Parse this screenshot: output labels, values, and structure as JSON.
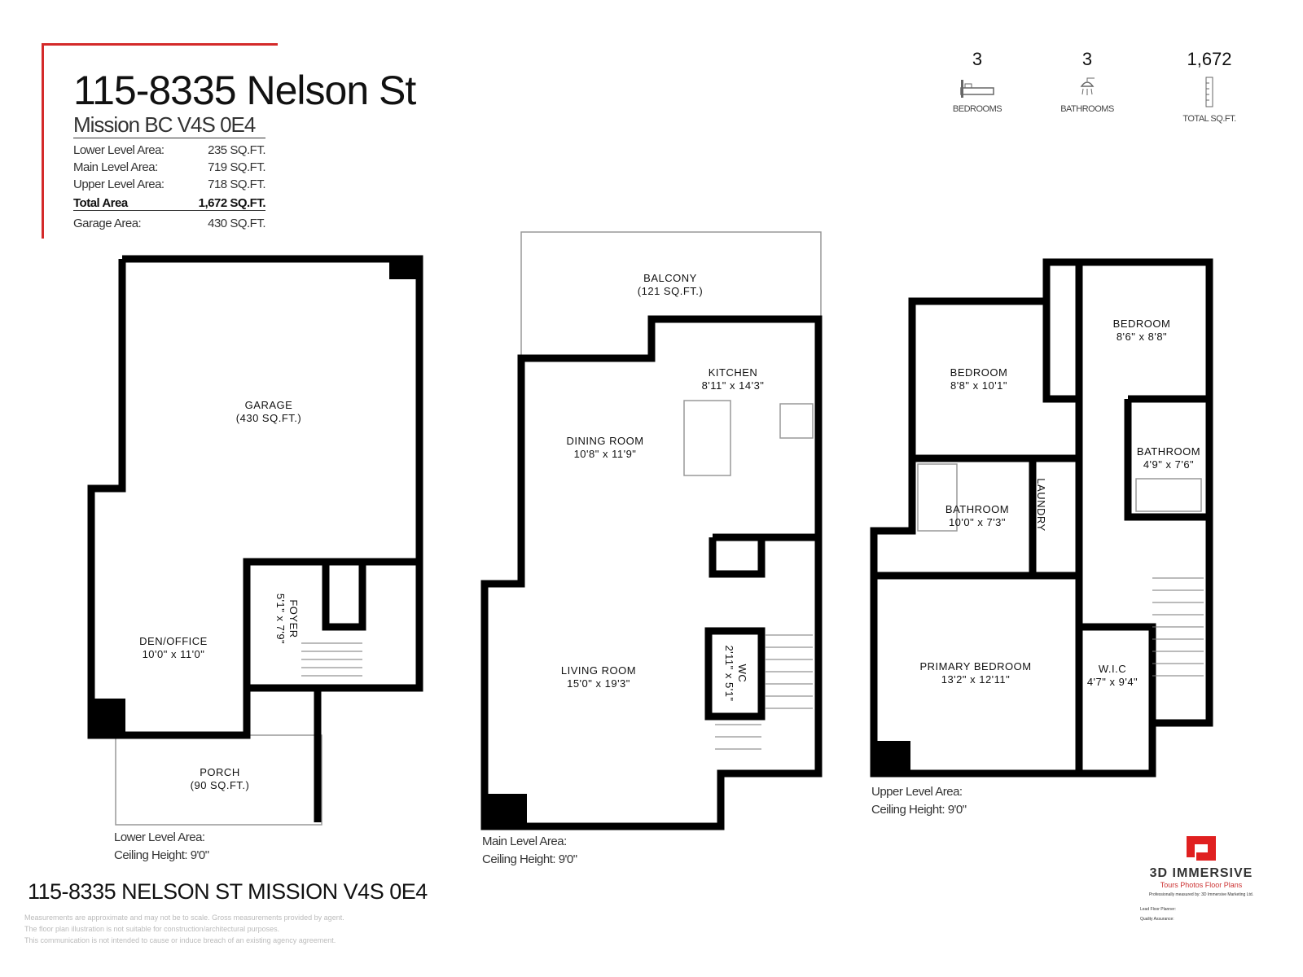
{
  "header": {
    "title": "115-8335 Nelson St",
    "subtitle": "Mission BC  V4S 0E4",
    "areas": [
      {
        "label": "Lower Level Area:",
        "value": "235 SQ.FT."
      },
      {
        "label": "Main Level Area:",
        "value": "719 SQ.FT."
      },
      {
        "label": "Upper Level Area:",
        "value": "718 SQ.FT."
      },
      {
        "label": "Total Area",
        "value": "1,672 SQ.FT."
      },
      {
        "label": "Garage Area:",
        "value": "430 SQ.FT."
      }
    ]
  },
  "stats": [
    {
      "value": "3",
      "label": "BEDROOMS",
      "icon": "bed-icon"
    },
    {
      "value": "3",
      "label": "BATHROOMS",
      "icon": "shower-icon"
    },
    {
      "value": "1,672",
      "label": "TOTAL SQ.FT.",
      "icon": "ruler-icon"
    }
  ],
  "rooms": {
    "garage": [
      "GARAGE",
      "(430 SQ.FT.)"
    ],
    "den": [
      "DEN/OFFICE",
      "10'0\" x 11'0\""
    ],
    "foyer": [
      "FOYER",
      "5'1\" x 7'9\""
    ],
    "porch": [
      "PORCH",
      "(90 SQ.FT.)"
    ],
    "balcony": [
      "BALCONY",
      "(121 SQ.FT.)"
    ],
    "kitchen": [
      "KITCHEN",
      "8'11\" x 14'3\""
    ],
    "dining": [
      "DINING ROOM",
      "10'8\" x 11'9\""
    ],
    "living": [
      "LIVING ROOM",
      "15'0\" x 19'3\""
    ],
    "wc": [
      "WC",
      "2'11\" x 5'1\""
    ],
    "bed2": [
      "BEDROOM",
      "8'8\" x 10'1\""
    ],
    "bed3": [
      "BEDROOM",
      "8'6\" x 8'8\""
    ],
    "bath2": [
      "BATHROOM",
      "4'9\" x 7'6\""
    ],
    "bath1": [
      "BATHROOM",
      "10'0\" x 7'3\""
    ],
    "laundry": [
      "LAUNDRY"
    ],
    "primary": [
      "PRIMARY BEDROOM",
      "13'2\" x 12'11\""
    ],
    "wic": [
      "W.I.C",
      "4'7\" x 9'4\""
    ]
  },
  "levels": {
    "lower": [
      "Lower Level Area:",
      "Ceiling Height: 9'0\""
    ],
    "main": [
      "Main Level Area:",
      "Ceiling Height: 9'0\""
    ],
    "upper": [
      "Upper Level Area:",
      "Ceiling Height: 9'0\""
    ]
  },
  "footer": {
    "address": "115-8335 NELSON ST MISSION V4S 0E4",
    "disclaimer": [
      "Measurements are approximate and may not be to scale. Gross measurements provided by agent.",
      "The floor plan illustration is not suitable for construction/architectural purposes.",
      "This communication is not intended to cause or induce breach of an existing agency agreement."
    ]
  },
  "brand": {
    "name": "3D IMMERSIVE",
    "tagline": "Tours  Photos  Floor Plans",
    "credit": "Professionally measured by: 3D Immersive Marketing Ltd.",
    "lead": "Lead Floor Planner:",
    "qa": "Quality Assurance:",
    "color": "#e02020"
  }
}
